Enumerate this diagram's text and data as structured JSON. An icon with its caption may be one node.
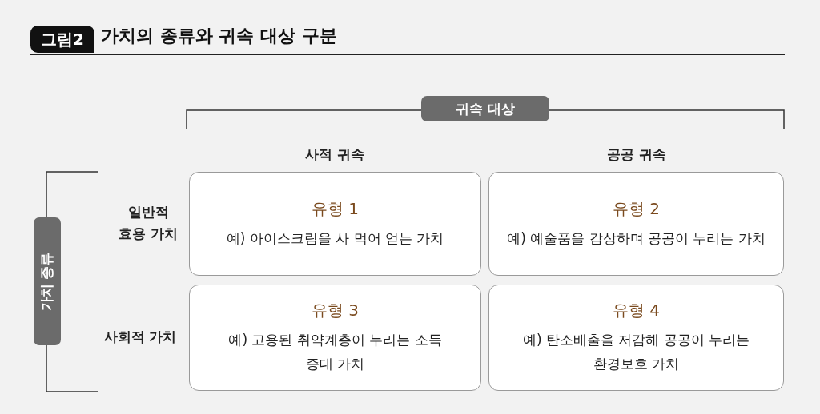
{
  "diagram": {
    "title": "가치의 종류와 귀속 대상 구분",
    "nodes": [
      {
        "text": [
          "귀속 대상"
        ]
      },
      {
        "text": [
          "가치 종류"
        ]
      },
      {
        "text": [
          "유형 1",
          "예) 아이스크림을 사 먹어 얻는 가치"
        ]
      },
      {
        "text": [
          "유형 2",
          "예) 예술품을 감상하며 공공이 누리는 가치"
        ]
      },
      {
        "text": [
          "유형 3",
          "예) 고용된 취약계층이 누리는 소득 증대 가치"
        ]
      },
      {
        "text": [
          "유형 4",
          "예) 탄소배출을 저감해 공공이 누리는 환경보호 가치"
        ]
      }
    ],
    "edges": [],
    "labels": [
      "그림2",
      "사적 귀속",
      "공공 귀속",
      "일반적 효용 가치",
      "사회적 가치"
    ]
  }
}
